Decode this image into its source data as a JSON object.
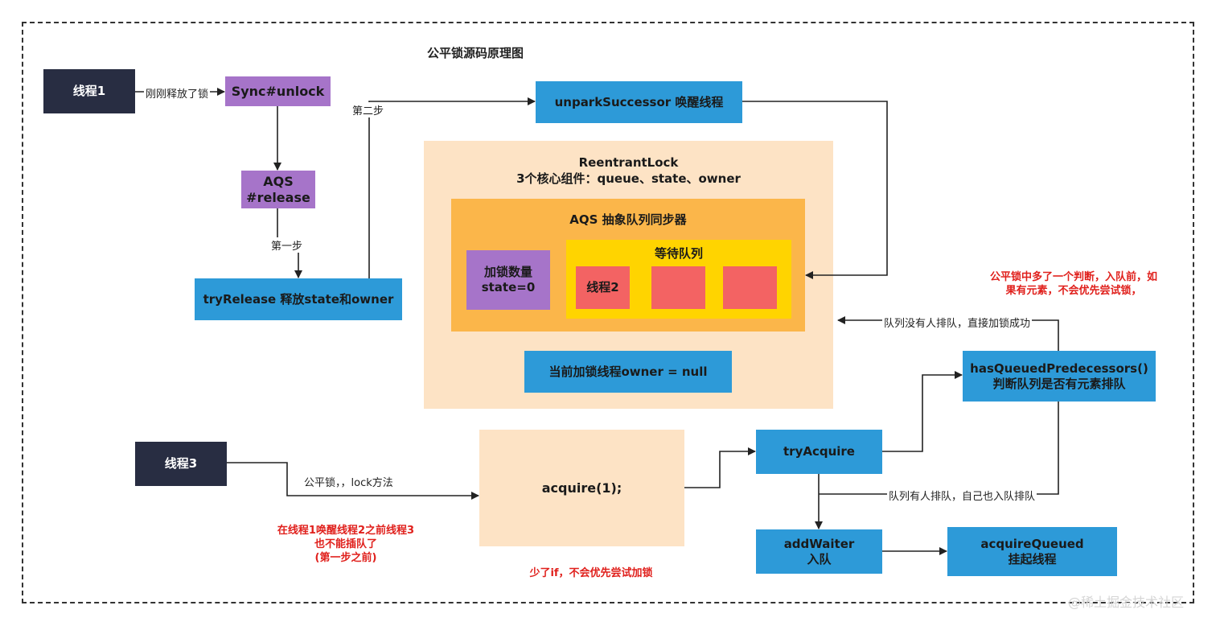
{
  "title": "公平锁源码原理图",
  "thread1": "线程1",
  "thread3": "线程3",
  "sync_unlock": "Sync#unlock",
  "aqs_release": {
    "line1": "AQS",
    "line2": "#release"
  },
  "try_release": "tryRelease 释放state和owner",
  "unpark": "unparkSuccessor 唤醒线程",
  "reentrant": {
    "line1": "ReentrantLock",
    "line2": "3个核心组件：queue、state、owner"
  },
  "aqs_sync": "AQS 抽象队列同步器",
  "lock_count": {
    "line1": "加锁数量",
    "line2": "state=0"
  },
  "wait_queue": "等待队列",
  "thread2": "线程2",
  "owner": "当前加锁线程owner = null",
  "acquire": "acquire(1);",
  "try_acquire": "tryAcquire",
  "has_queued": {
    "line1": "hasQueuedPredecessors()",
    "line2": "判断队列是否有元素排队"
  },
  "add_waiter": {
    "line1": "addWaiter",
    "line2": "入队"
  },
  "acquire_queued": {
    "line1": "acquireQueued",
    "line2": "挂起线程"
  },
  "labels": {
    "just_released": "刚刚释放了锁",
    "step1": "第一步",
    "step2": "第二步",
    "fair_lock_method": "公平锁，，lock方法",
    "queue_empty": "队列没有人排队，直接加锁成功",
    "queue_has": "队列有人排队，自己也入队排队"
  },
  "notes": {
    "top_right": {
      "line1": "公平锁中多了一个判断，入队前，如",
      "line2": "果有元素，不会优先尝试锁，"
    },
    "thread3_note": {
      "line1": "在线程1唤醒线程2之前线程3",
      "line2": "也不能插队了",
      "line3": "(第一步之前)"
    },
    "bottom": "少了if，不会优先尝试加锁"
  },
  "watermark": "@稀土掘金技术社区",
  "colors": {
    "dark": "#282d42",
    "purple": "#a674c9",
    "blue": "#2d9ad8",
    "peach": "#fde3c5",
    "orange": "#fbb64a",
    "yellow": "#ffd400",
    "red_box": "#f36363",
    "note_red": "#e0201c"
  }
}
